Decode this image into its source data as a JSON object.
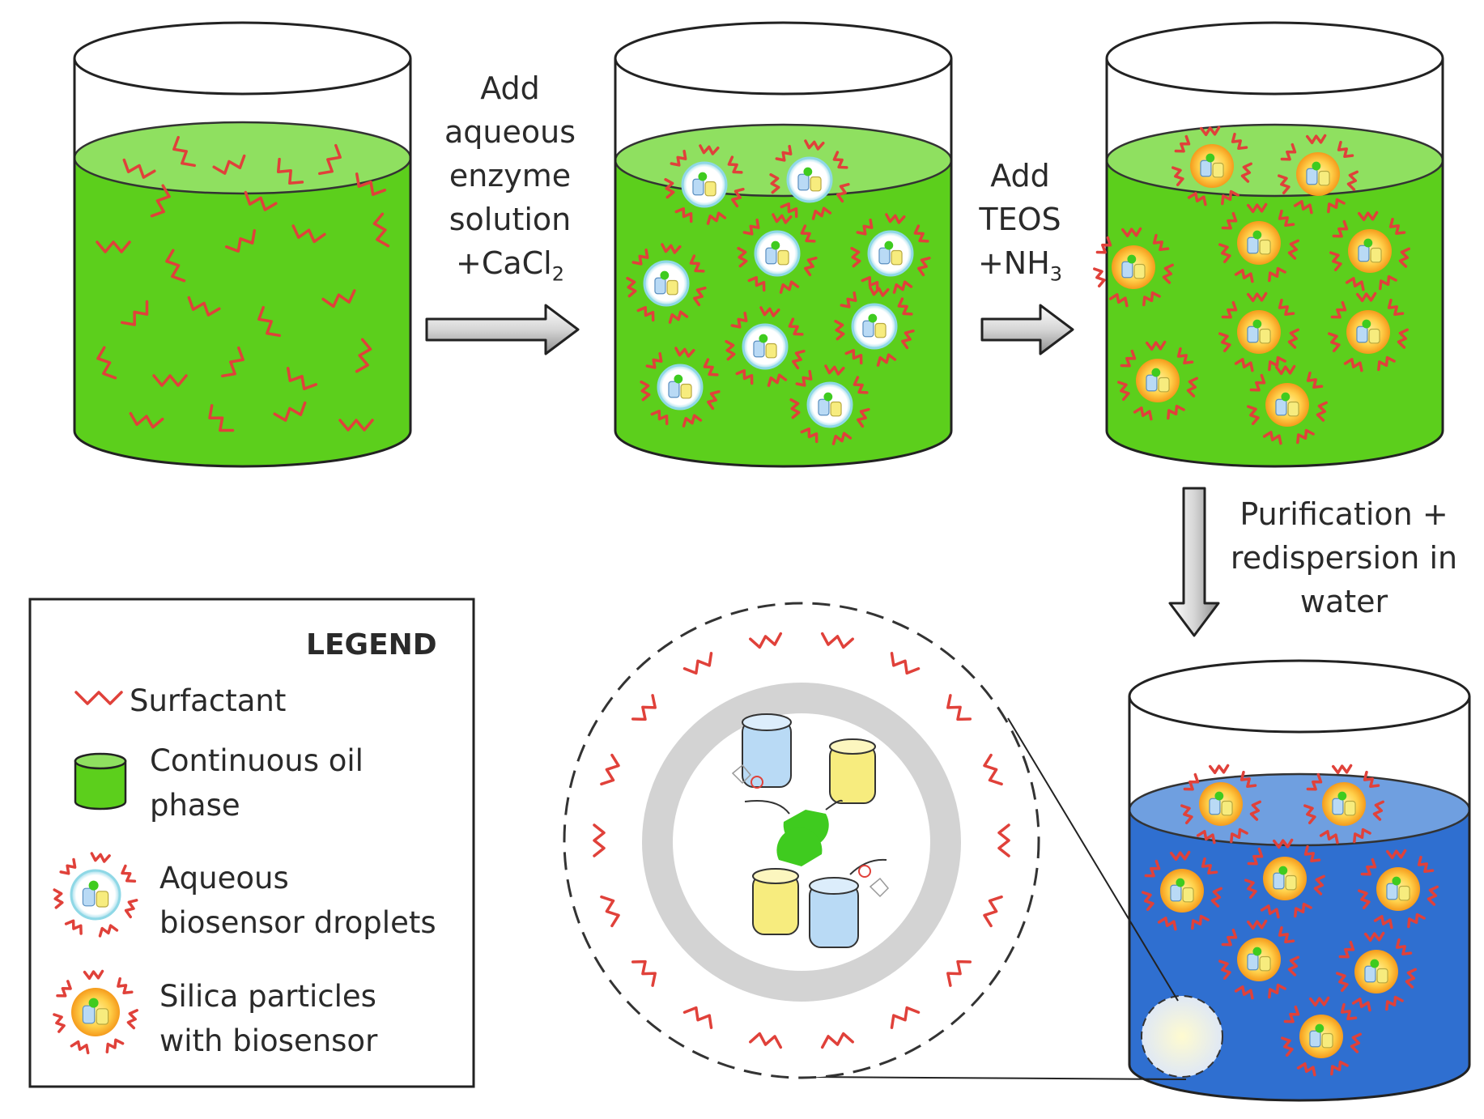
{
  "steps": {
    "step1": {
      "lines": [
        "Add",
        "aqueous",
        "enzyme",
        "solution"
      ],
      "reagent_base": "+CaCl",
      "reagent_sub": "2"
    },
    "step2": {
      "lines": [
        "Add",
        "TEOS"
      ],
      "reagent_base": "+NH",
      "reagent_sub": "3"
    },
    "step3": {
      "lines": [
        "Purification +",
        "redispersion in",
        "water"
      ]
    }
  },
  "legend": {
    "title": "LEGEND",
    "items": [
      {
        "lines": [
          "Surfactant"
        ]
      },
      {
        "lines": [
          "Continuous oil",
          "phase"
        ]
      },
      {
        "lines": [
          "Aqueous",
          "biosensor droplets"
        ]
      },
      {
        "lines": [
          "Silica particles",
          "with biosensor"
        ]
      }
    ]
  },
  "colors": {
    "oil_phase": "#5ccf1c",
    "oil_surface": "#8fe060",
    "water_phase": "#2f6fd0",
    "water_surface": "#6f9fe0",
    "surfactant": "#e0413a",
    "silica_shell": "#f5a623",
    "droplet_ring": "#8fd8e6",
    "biosensor_blue": "#b9daf5",
    "biosensor_yellow": "#f7ec7e",
    "biosensor_green": "#3fcb1f",
    "magnified_shell": "#d3d3d3"
  }
}
